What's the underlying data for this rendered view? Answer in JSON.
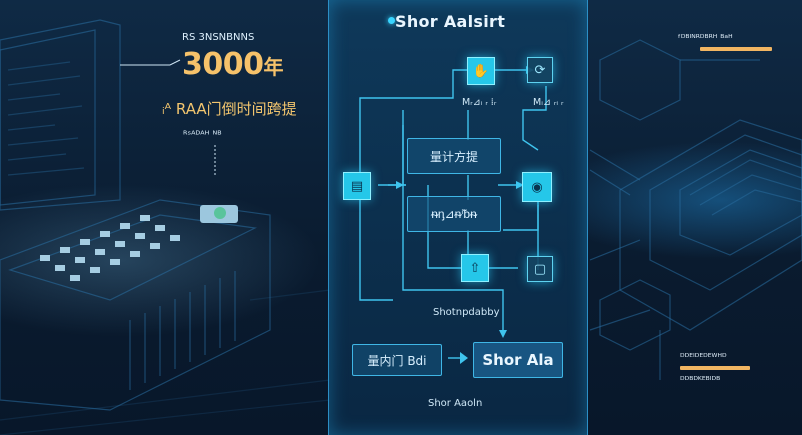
{
  "panel": {
    "title": "Shor Aalsirt",
    "top_labels": [
      "Mᵣ⊿ᵢ ᵣ ⁞ᵣ",
      "Mᵢ⊿ ᵣᵢ ᵣ"
    ],
    "box1": "量计方提",
    "box2": "ᵰᶇ⊿ᵰⁱᵬᵰ",
    "flow_caption": "Shotnpdabby",
    "bottom_left_button": "量内门 Bdi",
    "bottom_right_button": "Shor Ala",
    "footer": "Shor Aaoln"
  },
  "left": {
    "small_header": "RS 3NSNBNNS",
    "big_number": "3000",
    "big_suffix": "年",
    "subtitle": "ᵢᴬ RAA门倒时间跨提",
    "small_caption": "ᴿˢᴬᴰᴬᴴ ᴺᴮ"
  },
  "right": {
    "top_label": "ᶠᴰᴮᴵᴺᴿᴰᴮᴿᴴ ᴮᵃᴴ",
    "bottom_label_1": "ᴰᴰᴱᴵᴰᴱᴰᴱᵂᴴᴰ",
    "bottom_label_2": "ᴰᴰᴮᴰᴷᴱᴮᴵᴰᴮ"
  },
  "colors": {
    "accent": "#3fc4ee",
    "node": "#25c7e9",
    "gold": "#f6c26a",
    "panel": "#0e3a5c"
  },
  "icons": [
    "hand-icon",
    "refresh-icon",
    "document-icon",
    "eye-icon"
  ]
}
